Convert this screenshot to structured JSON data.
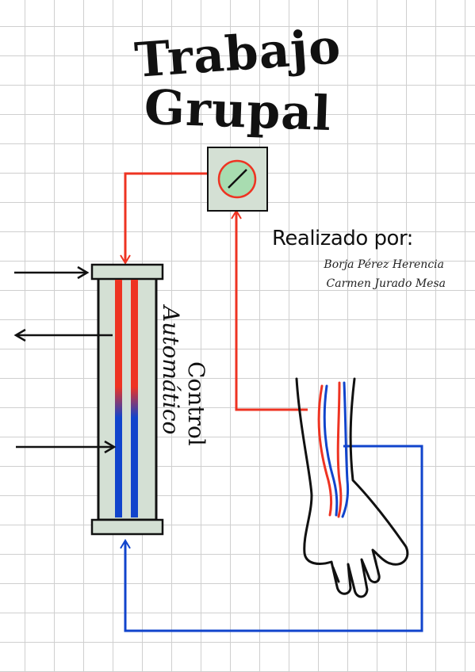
{
  "title": {
    "line1": "Trabajo",
    "line2": "Grupal"
  },
  "credits": {
    "heading": "Realizado por:",
    "authors": [
      "Borja Pérez Herencia",
      "Carmen Jurado Mesa"
    ]
  },
  "diagram": {
    "vertical_label_1": "Control",
    "vertical_label_2": "Automático",
    "colors": {
      "arterial": "#ee3322",
      "venous": "#1144cc",
      "panel": "#d4e0d4",
      "dial": "#a8dcb0",
      "outline": "#111111"
    },
    "icons": [
      "dialyzer-column",
      "pressure-gauge-icon",
      "hand-arm-icon",
      "arrow-icon"
    ]
  }
}
